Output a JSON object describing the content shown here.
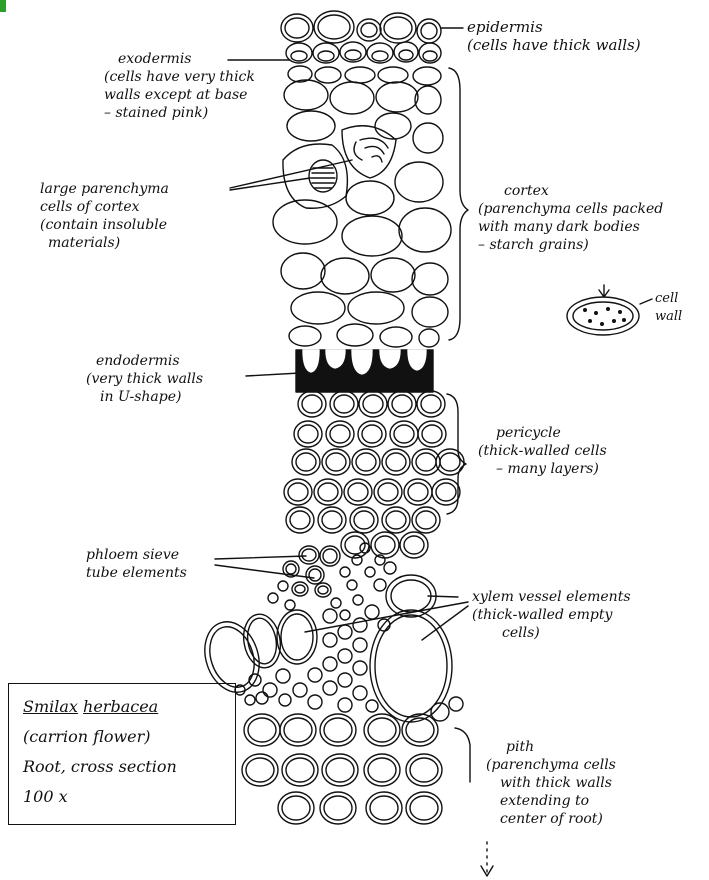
{
  "labels": {
    "epidermis": [
      "epidermis",
      "(cells have thick walls)"
    ],
    "exodermis": [
      "exodermis",
      "(cells have very thick",
      "walls except at base",
      "– stained pink)"
    ],
    "parenchyma": [
      "large parenchyma",
      "cells of cortex",
      "(contain insoluble",
      "materials)"
    ],
    "cortex": [
      "cortex",
      "(parenchyma cells packed",
      "with many dark bodies",
      "– starch grains)"
    ],
    "cell_wall": [
      "cell",
      "wall"
    ],
    "endodermis": [
      "endodermis",
      "(very thick walls",
      "in U-shape)"
    ],
    "pericycle": [
      "pericycle",
      "(thick-walled cells",
      "– many layers)"
    ],
    "phloem": [
      "phloem sieve",
      "tube elements"
    ],
    "xylem": [
      "xylem vessel elements",
      "(thick-walled empty",
      "cells)"
    ],
    "pith": [
      "pith",
      "(parenchyma cells",
      "with thick walls",
      "extending to",
      "center of root)"
    ]
  },
  "caption": {
    "genus": "Smilax",
    "species": "herbacea",
    "common_name": "(carrion flower)",
    "description": "Root, cross section",
    "magnification": "100 x"
  },
  "colors": {
    "ink": "#111111",
    "corner_mark": "#2aa02a"
  }
}
